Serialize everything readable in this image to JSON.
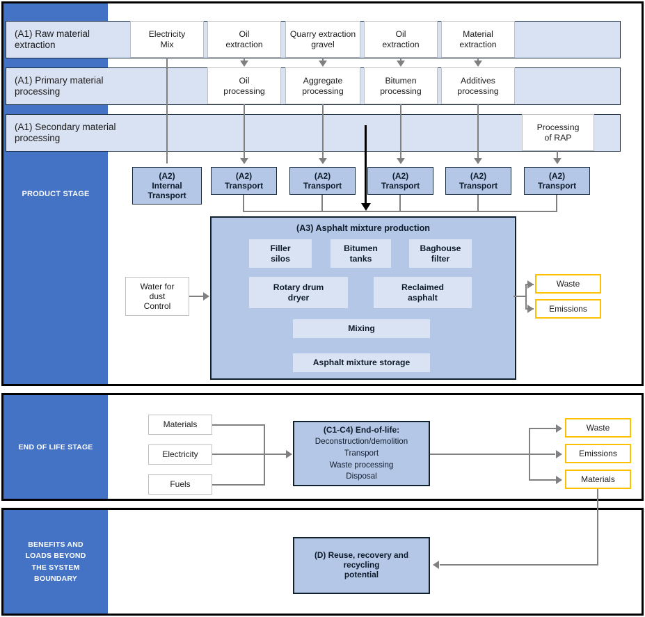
{
  "diagram": {
    "title": "Asphalt mixture life cycle system boundary diagram",
    "colors": {
      "stage_band": "#4472C4",
      "a1_band": "#D9E2F3",
      "a2_box": "#B4C7E7",
      "a3_container": "#B4C7E7",
      "a3_subbox": "#DAE3F3",
      "output_border": "#FFC000",
      "connector": "#808080"
    }
  },
  "stages": {
    "product": "PRODUCT STAGE",
    "end_of_life": "END OF LIFE STAGE",
    "beyond_boundary": "BENEFITS AND\nLOADS BEYOND\nTHE SYSTEM\nBOUNDARY",
    "beyond_boundary_lines": [
      "BENEFITS AND",
      "LOADS BEYOND",
      "THE SYSTEM",
      "BOUNDARY"
    ]
  },
  "rows": {
    "raw_material": {
      "label": "(A1) Raw material\nextraction",
      "label_l1": "(A1) Raw material",
      "label_l2": "extraction",
      "boxes": [
        {
          "l1": "Electricity",
          "l2": "Mix"
        },
        {
          "l1": "Oil",
          "l2": "extraction"
        },
        {
          "l1": "Quarry extraction",
          "l2": "gravel"
        },
        {
          "l1": "Oil",
          "l2": "extraction"
        },
        {
          "l1": "Material",
          "l2": "extraction"
        }
      ]
    },
    "primary_processing": {
      "label_l1": "(A1) Primary material",
      "label_l2": "processing",
      "boxes": [
        {
          "l1": "Oil",
          "l2": "processing"
        },
        {
          "l1": "Aggregate",
          "l2": "processing"
        },
        {
          "l1": "Bitumen",
          "l2": "processing"
        },
        {
          "l1": "Additives",
          "l2": "processing"
        }
      ]
    },
    "secondary_processing": {
      "label_l1": "(A1) Secondary material",
      "label_l2": "processing",
      "boxes": [
        {
          "l1": "Processing",
          "l2": "of RAP"
        }
      ]
    }
  },
  "transport": {
    "boxes": [
      {
        "l1": "(A2)",
        "l2": "Internal",
        "l3": "Transport"
      },
      {
        "l1": "(A2)",
        "l2": "Transport"
      },
      {
        "l1": "(A2)",
        "l2": "Transport"
      },
      {
        "l1": "(A2)",
        "l2": "Transport"
      },
      {
        "l1": "(A2)",
        "l2": "Transport"
      },
      {
        "l1": "(A2)",
        "l2": "Transport"
      }
    ]
  },
  "production": {
    "title": "(A3) Asphalt mixture production",
    "subboxes": [
      {
        "l1": "Filler",
        "l2": "silos"
      },
      {
        "l1": "Bitumen",
        "l2": "tanks"
      },
      {
        "l1": "Baghouse",
        "l2": "filter"
      },
      {
        "l1": "Rotary drum",
        "l2": "dryer"
      },
      {
        "l1": "Reclaimed",
        "l2": "asphalt"
      },
      {
        "l1": "Mixing"
      },
      {
        "l1": "Asphalt mixture storage"
      }
    ],
    "input": {
      "l1": "Water for",
      "l2": "dust",
      "l3": "Control"
    },
    "outputs": [
      {
        "label": "Waste"
      },
      {
        "label": "Emissions"
      }
    ]
  },
  "end_of_life": {
    "inputs": [
      {
        "label": "Materials"
      },
      {
        "label": "Electricity"
      },
      {
        "label": "Fuels"
      }
    ],
    "process": {
      "title": "(C1-C4) End-of-life:",
      "lines": [
        "Deconstruction/demolition",
        "Transport",
        "Waste processing",
        "Disposal"
      ]
    },
    "outputs": [
      {
        "label": "Waste"
      },
      {
        "label": "Emissions"
      },
      {
        "label": "Materials"
      }
    ]
  },
  "module_d": {
    "l1": "(D) Reuse, recovery and recycling",
    "l2": "potential"
  }
}
